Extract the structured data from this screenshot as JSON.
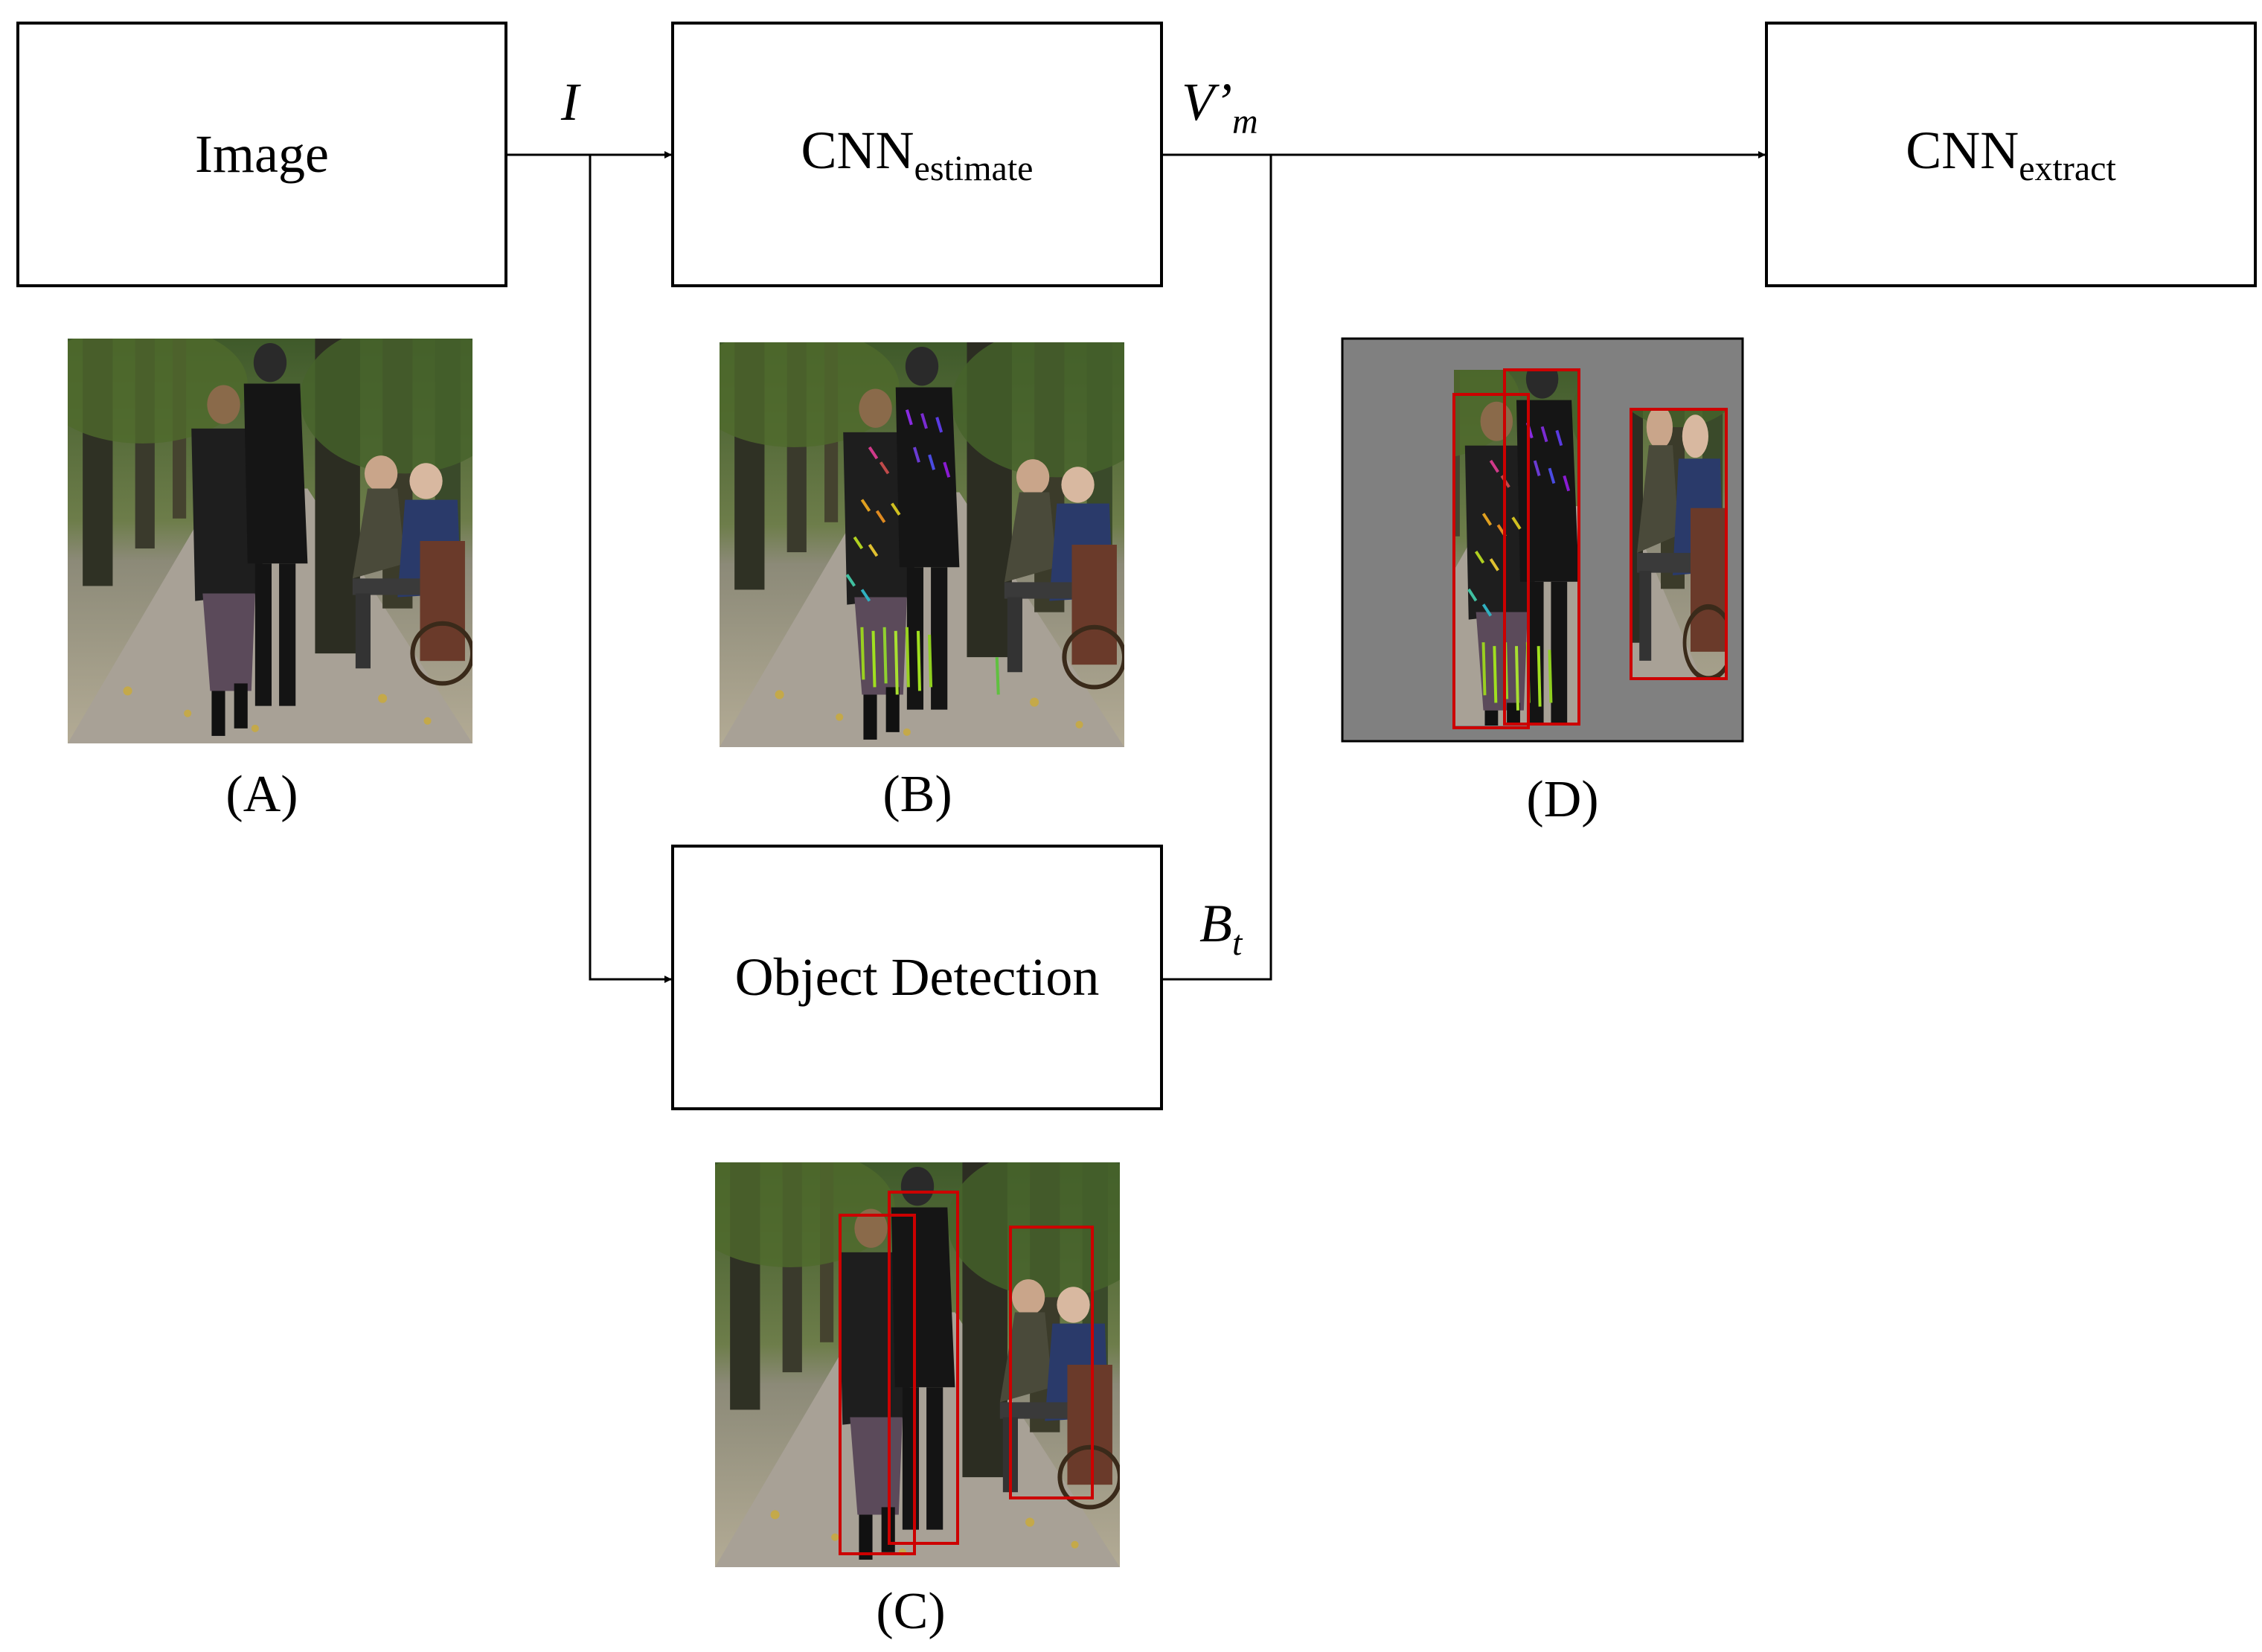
{
  "boxes": {
    "image": {
      "label": "Image"
    },
    "cnn_estimate": {
      "label": "CNN",
      "sub": "estimate"
    },
    "cnn_extract": {
      "label": "CNN",
      "sub": "extract"
    },
    "object_detection": {
      "label": "Object Detection"
    }
  },
  "arrows": {
    "i_label": "I",
    "v_label": "V’",
    "v_sub": "m",
    "b_label": "B",
    "b_sub": "t"
  },
  "captions": {
    "a": "(A)",
    "b": "(B)",
    "c": "(C)",
    "d": "(D)"
  },
  "colors": {
    "box_line": "#000000",
    "detection_box": "#cc0000",
    "panel_gray": "#808080"
  }
}
